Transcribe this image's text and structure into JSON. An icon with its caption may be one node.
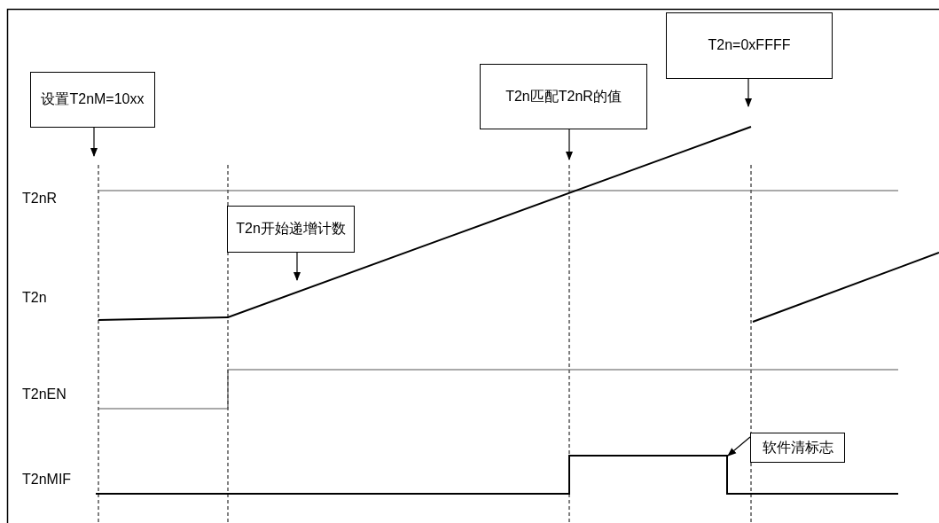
{
  "diagram": {
    "nodes": [
      {
        "text": [
          "设置T2nM=10xx"
        ]
      },
      {
        "text": [
          "T2n开始递增计数"
        ]
      },
      {
        "text": [
          "T2n匹配T2nR的值"
        ]
      },
      {
        "text": [
          "T2n=0xFFFF"
        ]
      },
      {
        "text": [
          "软件清标志"
        ]
      }
    ],
    "edges": [
      {
        "from": 0,
        "to": null,
        "arrow": "to"
      },
      {
        "from": 1,
        "to": null,
        "arrow": "to"
      },
      {
        "from": 2,
        "to": null,
        "arrow": "to"
      },
      {
        "from": 3,
        "to": null,
        "arrow": "to"
      },
      {
        "from": 4,
        "to": null,
        "arrow": "to"
      }
    ],
    "labels": [
      "T2nR",
      "T2n",
      "T2nEN",
      "T2nMIF"
    ]
  }
}
